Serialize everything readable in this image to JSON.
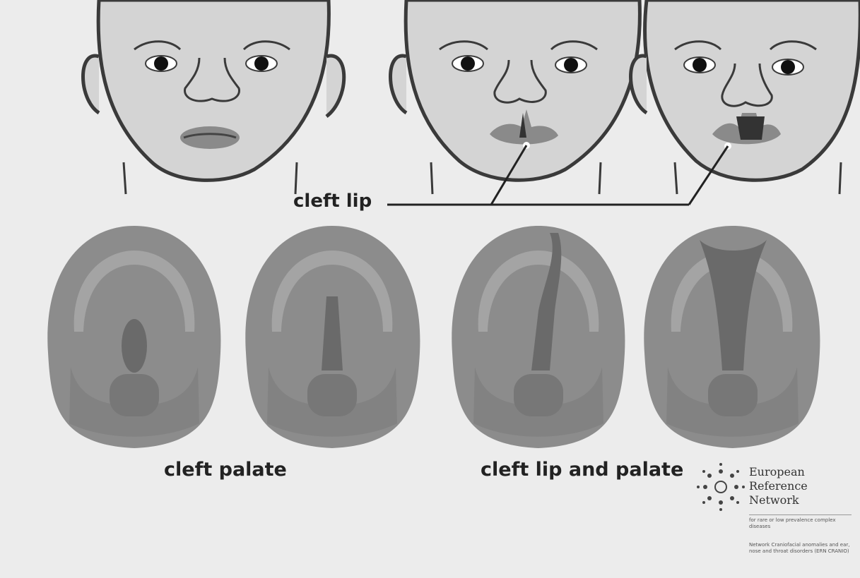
{
  "labels": {
    "cleft_lip": "cleft lip",
    "cleft_palate": "cleft palate",
    "cleft_lip_and_palate": "cleft lip and palate"
  },
  "logo": {
    "lines": [
      "European",
      "Reference",
      "Network"
    ],
    "tagline": "for rare or low prevalence complex diseases",
    "sub_network": "Network Craniofacial anomalies and ear, nose and throat disorders (ERN CRANIO)"
  },
  "colors": {
    "background": "#ececec",
    "skin": "#d4d4d4",
    "outline": "#3a3a3a",
    "lip": "#8a8a8a",
    "palate_outer": "#8c8c8c",
    "palate_ridge": "#a4a4a4",
    "palate_cleft": "#6a6a6a"
  }
}
